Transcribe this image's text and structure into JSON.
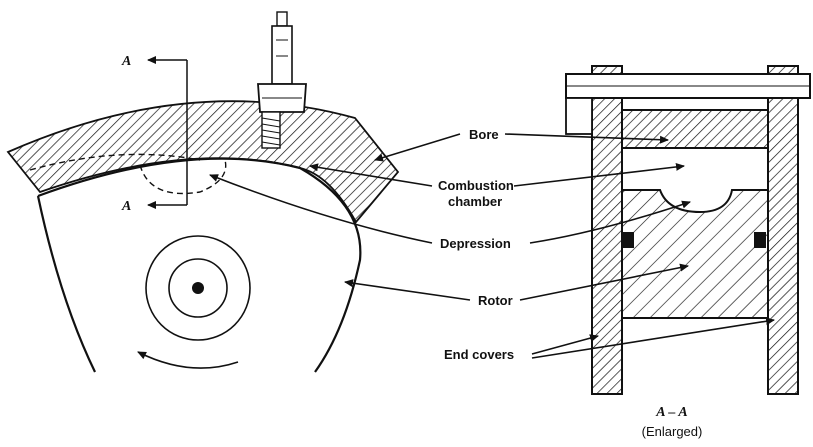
{
  "section_marker": "A",
  "labels": {
    "bore": "Bore",
    "combustion_line1": "Combustion",
    "combustion_line2": "chamber",
    "depression": "Depression",
    "rotor": "Rotor",
    "end_covers": "End covers"
  },
  "caption": {
    "section": "A – A",
    "note": "(Enlarged)"
  }
}
